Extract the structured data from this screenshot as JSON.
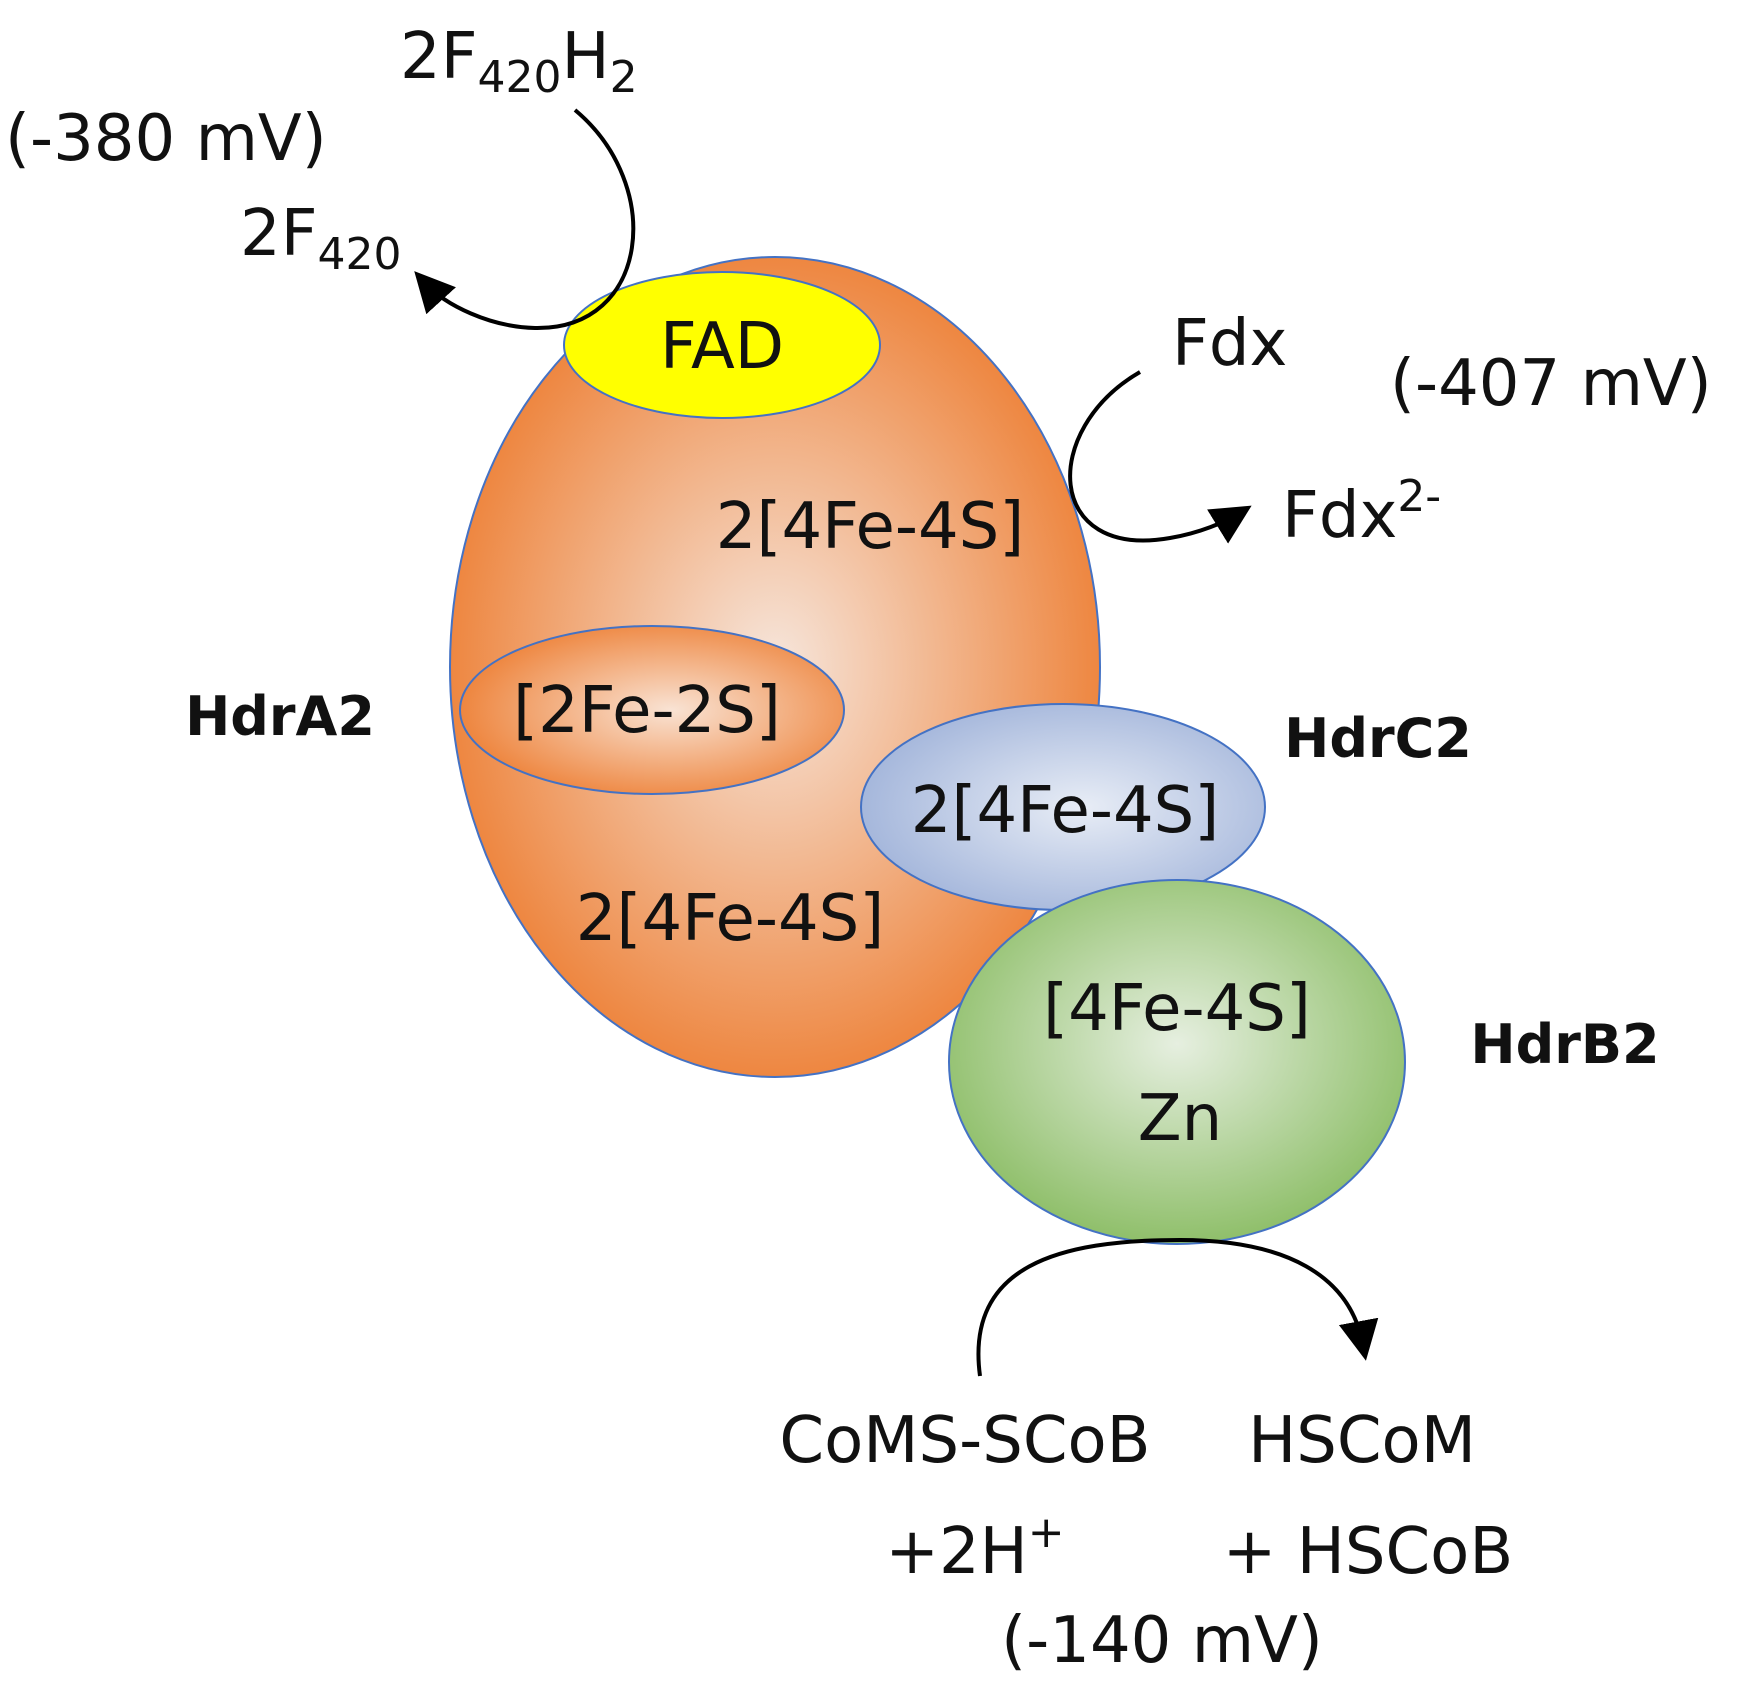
{
  "colors": {
    "hdra2_fill": "#ed7d31",
    "hdra2_highlight": "#f6e6dc",
    "fad_fill": "#ffff00",
    "hdrc2_fill": "#9fb2d9",
    "hdrc2_highlight": "#e8edf6",
    "hdrb2_fill": "#8fbf6a",
    "hdrb2_highlight": "#e6efe0",
    "outline": "#4472c4",
    "arrow": "#000000"
  },
  "subunits": {
    "hdra2": {
      "name": "HdrA2",
      "cluster_upper": "2[4Fe-4S]",
      "cluster_middle": "[2Fe-2S]",
      "cluster_lower": "2[4Fe-4S]"
    },
    "fad": {
      "label": "FAD"
    },
    "hdrc2": {
      "name": "HdrC2",
      "cluster": "2[4Fe-4S]"
    },
    "hdrb2": {
      "name": "HdrB2",
      "cluster": "[4Fe-4S]",
      "metal": "Zn"
    }
  },
  "f420_reaction": {
    "donor_coef": "2F",
    "donor_sub": "420",
    "donor_h": "H",
    "donor_h_sub": "2",
    "product_coef": "2F",
    "product_sub": "420",
    "potential": "(-380 mV)"
  },
  "ferredoxin_reaction": {
    "oxidized": "Fdx",
    "reduced": "Fdx",
    "reduced_charge": "2-",
    "potential": "(-407 mV)"
  },
  "heterodisulfide_reaction": {
    "substrate": "CoMS-SCoB",
    "protons": "+2H",
    "protons_charge": "+",
    "product_1": "HSCoM",
    "product_2": "+ HSCoB",
    "potential": "(-140 mV)"
  }
}
